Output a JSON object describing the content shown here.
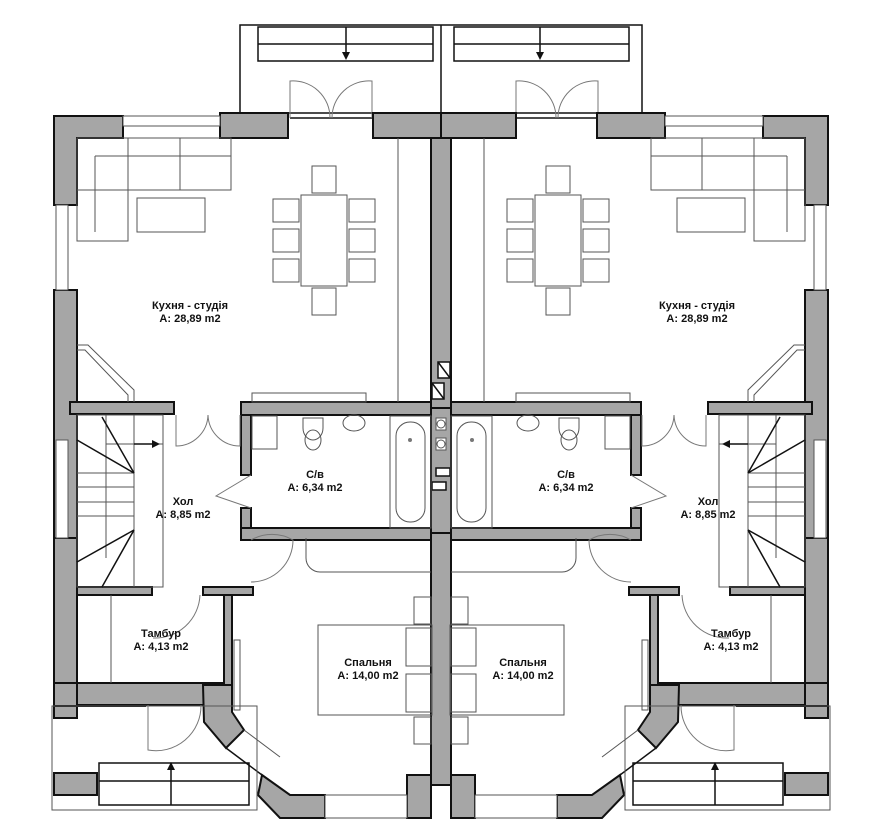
{
  "plan": {
    "type": "floor-plan",
    "layout": "semi-detached duplex, mirrored units",
    "units": [
      {
        "side": "left",
        "rooms": [
          {
            "id": "kitchen",
            "name": "Кухня - студія",
            "area": "A: 28,89 m2"
          },
          {
            "id": "bathroom",
            "name": "С/в",
            "area": "A: 6,34 m2"
          },
          {
            "id": "hall",
            "name": "Хол",
            "area": "A: 8,85 m2"
          },
          {
            "id": "vestibule",
            "name": "Тамбур",
            "area": "A: 4,13 m2"
          },
          {
            "id": "bedroom",
            "name": "Спальня",
            "area": "A: 14,00 m2"
          }
        ]
      },
      {
        "side": "right",
        "rooms": [
          {
            "id": "kitchen",
            "name": "Кухня - студія",
            "area": "A: 28,89 m2"
          },
          {
            "id": "bathroom",
            "name": "С/в",
            "area": "A: 6,34 m2"
          },
          {
            "id": "hall",
            "name": "Хол",
            "area": "A: 8,85 m2"
          },
          {
            "id": "vestibule",
            "name": "Тамбур",
            "area": "A: 4,13 m2"
          },
          {
            "id": "bedroom",
            "name": "Спальня",
            "area": "A: 14,00 m2"
          }
        ]
      }
    ],
    "colors": {
      "wall_fill": "#a6a6a6",
      "wall_stroke": "#111111",
      "furniture": "#555555",
      "background": "#ffffff"
    }
  }
}
